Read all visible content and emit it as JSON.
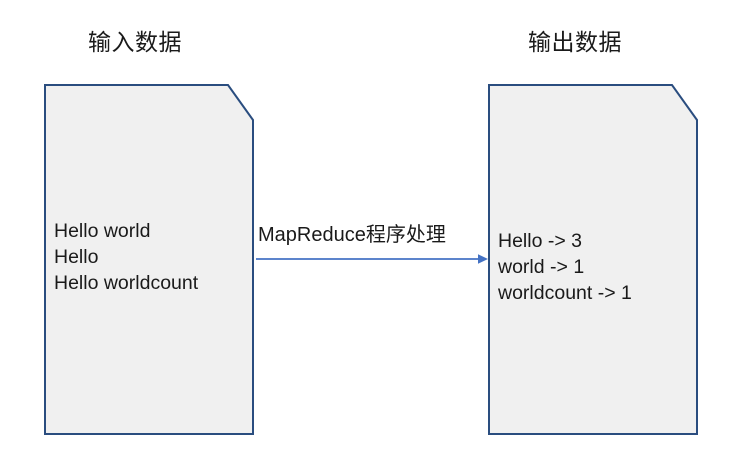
{
  "diagram": {
    "type": "flow-diagram",
    "background_color": "#ffffff",
    "input_node": {
      "title": "输入数据",
      "shape": "document-cut-corner",
      "fill_color": "#f0f0f0",
      "border_color": "#2a4d7f",
      "lines": [
        "Hello world",
        "Hello",
        "Hello worldcount"
      ]
    },
    "output_node": {
      "title": "输出数据",
      "shape": "document-cut-corner",
      "fill_color": "#f0f0f0",
      "border_color": "#2a4d7f",
      "lines": [
        "Hello -> 3",
        "world -> 1",
        "worldcount -> 1"
      ]
    },
    "connector": {
      "label": "MapReduce程序处理",
      "color": "#4472c4",
      "direction": "left-to-right",
      "style": "solid-arrow"
    }
  }
}
